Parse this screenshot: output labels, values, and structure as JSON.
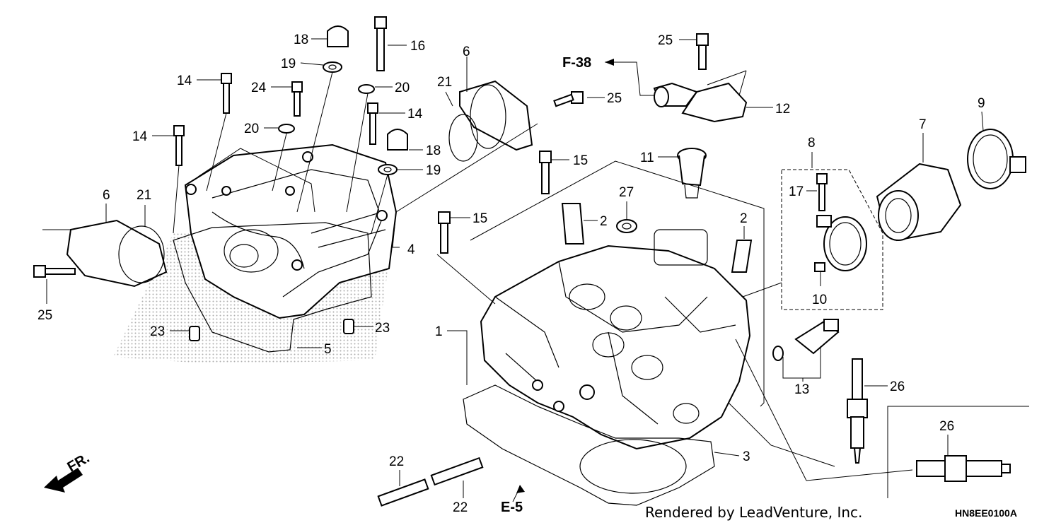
{
  "callouts": [
    {
      "id": "c-18a",
      "text": "18"
    },
    {
      "id": "c-16",
      "text": "16"
    },
    {
      "id": "c-19a",
      "text": "19"
    },
    {
      "id": "c-14a",
      "text": "14"
    },
    {
      "id": "c-24",
      "text": "24"
    },
    {
      "id": "c-20a",
      "text": "20"
    },
    {
      "id": "c-20b",
      "text": "20"
    },
    {
      "id": "c-14b",
      "text": "14"
    },
    {
      "id": "c-14c",
      "text": "14"
    },
    {
      "id": "c-18b",
      "text": "18"
    },
    {
      "id": "c-19b",
      "text": "19"
    },
    {
      "id": "c-6a",
      "text": "6"
    },
    {
      "id": "c-21a",
      "text": "21"
    },
    {
      "id": "c-6b",
      "text": "6"
    },
    {
      "id": "c-21b",
      "text": "21"
    },
    {
      "id": "c-25a",
      "text": "25"
    },
    {
      "id": "c-4",
      "text": "4"
    },
    {
      "id": "c-23a",
      "text": "23"
    },
    {
      "id": "c-23b",
      "text": "23"
    },
    {
      "id": "c-5",
      "text": "5"
    },
    {
      "id": "c-25b",
      "text": "25"
    },
    {
      "id": "c-25c",
      "text": "25"
    },
    {
      "id": "c-12",
      "text": "12"
    },
    {
      "id": "c-11",
      "text": "11"
    },
    {
      "id": "c-15a",
      "text": "15"
    },
    {
      "id": "c-15b",
      "text": "15"
    },
    {
      "id": "c-27",
      "text": "27"
    },
    {
      "id": "c-2a",
      "text": "2"
    },
    {
      "id": "c-2b",
      "text": "2"
    },
    {
      "id": "c-1",
      "text": "1"
    },
    {
      "id": "c-8",
      "text": "8"
    },
    {
      "id": "c-7",
      "text": "7"
    },
    {
      "id": "c-9",
      "text": "9"
    },
    {
      "id": "c-17",
      "text": "17"
    },
    {
      "id": "c-10",
      "text": "10"
    },
    {
      "id": "c-13",
      "text": "13"
    },
    {
      "id": "c-26a",
      "text": "26"
    },
    {
      "id": "c-26b",
      "text": "26"
    },
    {
      "id": "c-3",
      "text": "3"
    },
    {
      "id": "c-22a",
      "text": "22"
    },
    {
      "id": "c-22b",
      "text": "22"
    }
  ],
  "references": {
    "f38": "F-38",
    "e5": "E-5"
  },
  "front_marker": "FR.",
  "footer": {
    "rendered_by": "Rendered by LeadVenture, Inc.",
    "code": "HN8EE0100A"
  }
}
